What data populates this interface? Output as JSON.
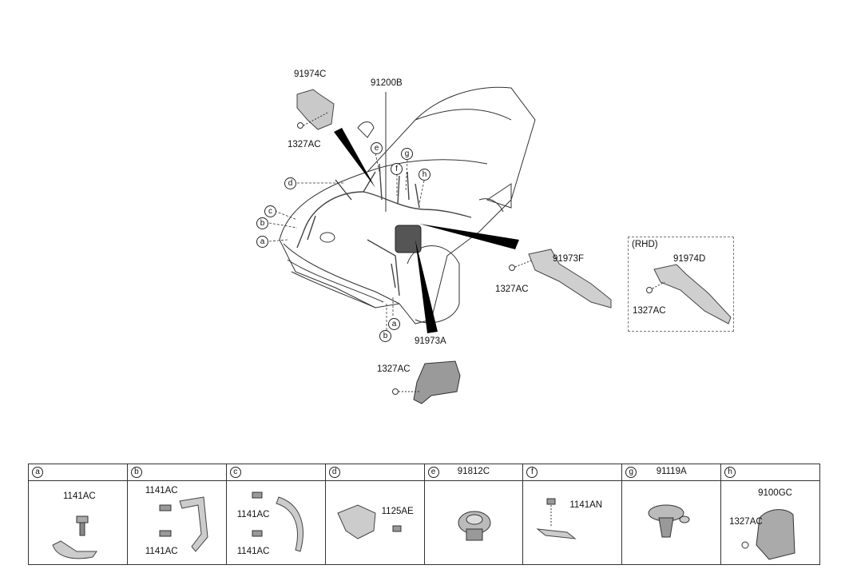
{
  "callouts": {
    "p91974C": "91974C",
    "p1327AC_top": "1327AC",
    "p91200B": "91200B",
    "p91973F": "91973F",
    "p1327AC_right": "1327AC",
    "p91973A": "91973A",
    "p1327AC_bottom": "1327AC"
  },
  "harness_letters": [
    "e",
    "g",
    "f",
    "h",
    "d",
    "c",
    "b",
    "a",
    "a",
    "b"
  ],
  "rhd": {
    "tag": "(RHD)",
    "part": "91974D",
    "nut": "1327AC"
  },
  "table": [
    {
      "letter": "a",
      "part": "",
      "labels": [
        "1141AC"
      ]
    },
    {
      "letter": "b",
      "part": "",
      "labels": [
        "1141AC",
        "1141AC"
      ]
    },
    {
      "letter": "c",
      "part": "",
      "labels": [
        "1141AC",
        "1141AC"
      ]
    },
    {
      "letter": "d",
      "part": "",
      "labels": [
        "1125AE"
      ]
    },
    {
      "letter": "e",
      "part": "91812C",
      "labels": []
    },
    {
      "letter": "f",
      "part": "",
      "labels": [
        "1141AN"
      ]
    },
    {
      "letter": "g",
      "part": "91119A",
      "labels": []
    },
    {
      "letter": "h",
      "part": "",
      "labels": [
        "9100GC",
        "1327AC"
      ]
    }
  ]
}
